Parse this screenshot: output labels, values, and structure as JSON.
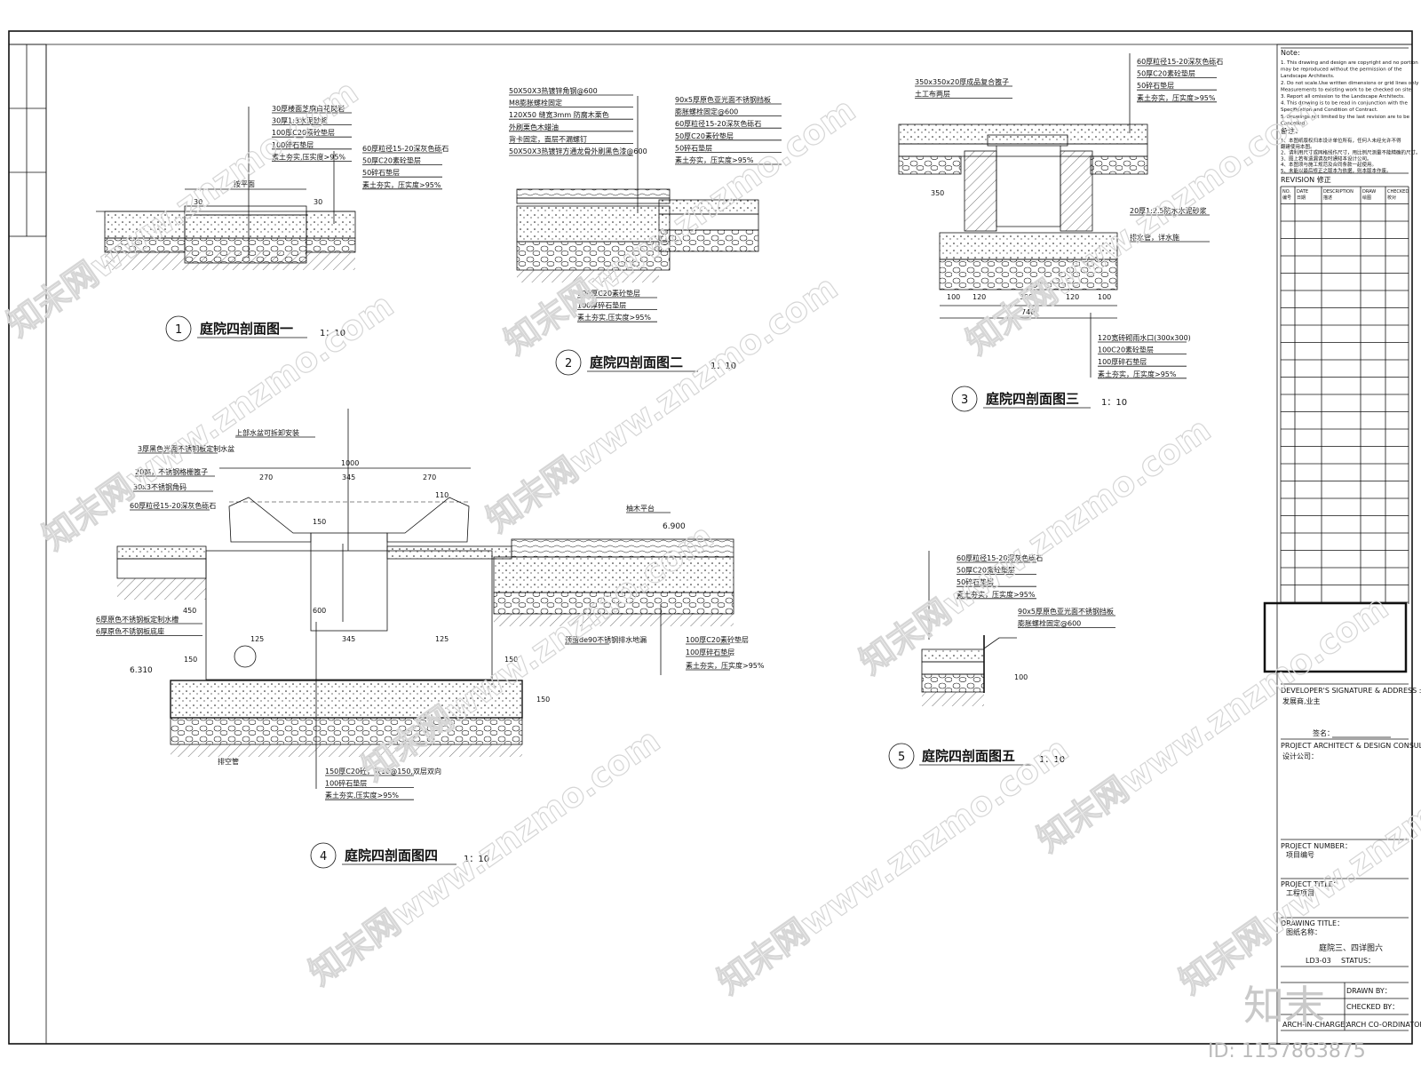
{
  "sections": [
    {
      "num": "1",
      "title": "庭院四剖面图一",
      "scale": "1：10",
      "labels": [
        "30厚楼面芝麻白花岗岩",
        "30厚1:3水泥砂浆",
        "100厚C20素砼垫层",
        "100碎石垫层",
        "素土夯实,压实度>95%"
      ],
      "labels_right": [
        "60厚粒径15-20深灰色砾石",
        "50厚C20素砼垫层",
        "50碎石垫层",
        "素土夯实，压实度>95%"
      ],
      "dims": [
        "30",
        "30"
      ],
      "note": "按平面"
    },
    {
      "num": "2",
      "title": "庭院四剖面图二",
      "scale": "1：10",
      "labels": [
        "50X50X3热镀锌角钢@600",
        "M8膨胀螺栓固定",
        "120X50 缝宽3mm 防腐木栗色",
        "外刷栗色木蜡油",
        "背卡固定，面层不漏螺钉",
        "50X50X3热镀锌方通龙骨外刷黑色漆@600"
      ],
      "labels_right": [
        "90x5厚原色亚光面不锈钢挡板",
        "膨胀螺栓固定@600",
        "60厚粒径15-20深灰色砾石",
        "50厚C20素砼垫层",
        "50碎石垫层",
        "素土夯实，压实度>95%"
      ],
      "labels_bottom": [
        "100厚C20素砼垫层",
        "100厚碎石垫层",
        "素土夯实,压实度>95%"
      ]
    },
    {
      "num": "3",
      "title": "庭院四剖面图三",
      "scale": "1：10",
      "labels": [
        "350x350x20厚成品复合篦子",
        "土工布两层"
      ],
      "labels_top": [
        "60厚粒径15-20深灰色砾石",
        "50厚C20素砼垫层",
        "50碎石垫层",
        "素土夯实，压实度>95%"
      ],
      "labels_right": [
        "20厚1:2.5防水水泥砂浆",
        "排水管，详水施"
      ],
      "labels_bottom": [
        "120宽砖砌雨水口(300x300)",
        "100C20素砼垫层",
        "100厚碎石垫层",
        "素土夯实，压实度>95%"
      ],
      "dims": [
        "100",
        "120",
        "300",
        "120",
        "100",
        "740",
        "350"
      ]
    },
    {
      "num": "4",
      "title": "庭院四剖面图四",
      "scale": "1：10",
      "labels": [
        "上部水盆可拆卸安装",
        "3厚黑色光面不锈钢板定制水盆",
        "20高，不锈钢格栅篦子",
        "30x3不锈钢角码",
        "60厚粒径15-20深灰色砾石"
      ],
      "labels_left": [
        "6厚原色不锈钢板定制水槽",
        "6厚原色不锈钢板底座"
      ],
      "labels_right": [
        "柚木平台",
        "预留de90不锈钢排水地漏",
        "100厚C20素砼垫层",
        "100厚碎石垫层",
        "素土夯实，压实度>95%"
      ],
      "labels_bottom": [
        "150厚C20砼，双10@150,双层双向",
        "100碎石垫层",
        "素土夯实,压实度>95%"
      ],
      "pipe": "排空管",
      "elev": [
        "6.900",
        "6.310"
      ],
      "dims": [
        "1000",
        "270",
        "345",
        "270",
        "125",
        "345",
        "125",
        "150",
        "150",
        "150",
        "600",
        "450",
        "150",
        "110"
      ]
    },
    {
      "num": "5",
      "title": "庭院四剖面图五",
      "scale": "1：10",
      "labels": [
        "60厚粒径15-20深灰色砾石",
        "50厚C20素砼垫层",
        "50碎石垫层",
        "素土夯实，压实度>95%"
      ],
      "labels_right": [
        "90x5厚原色亚光面不锈钢挡板",
        "膨胀螺栓固定@600"
      ],
      "dims": [
        "100"
      ]
    }
  ],
  "notes_block": {
    "heading": "Note:",
    "en": [
      "1. This drawing and design are copyright and no portion",
      "may be reproduced without the permission of the",
      "Landscape Architects.",
      "2. Do not scale.Use written dimensions or grid lines only",
      "Measurements to existing work to be checked on site.",
      "3. Report all omission to the Landscape Architects.",
      "4. This drawing is to be read in conjunction with the",
      "Specification and Condition of Contract.",
      "5. Drawings not limited by the last revision are to be",
      "Cancelled"
    ],
    "cn_heading": "备注：",
    "cn": [
      "1、本图纸版权归本设计单位所有，任何人未经允许不得",
      "   翻建使用本图。",
      "2、请利用尺寸或网格线作尺寸，用比例尺测量不能精确的尺寸。",
      "3、图上若有遗漏请及时通知本设计公司。",
      "4、本图须与施工规范及合同条款一起使用。",
      "5、未能以最后修正之版本为依据，则本版本作废。"
    ]
  },
  "revision": {
    "label": "REVISION 修正",
    "cols": [
      [
        "NO.",
        "编号"
      ],
      [
        "DATE",
        "日期"
      ],
      [
        "DESCRIPTION",
        "描述"
      ],
      [
        "DRAW",
        "绘图"
      ],
      [
        "CHECKED",
        "校对"
      ]
    ]
  },
  "developer": {
    "label": "DEVELOPER'S SIGNATURE & ADDRESS :",
    "cn": "发展商,业主",
    "sign": "签名："
  },
  "architect": {
    "label": "PROJECT ARCHITECT & DESIGN CONSULTANT:",
    "cn": "设计公司："
  },
  "project_number": {
    "label": "PROJECT NUMBER：",
    "cn": "项目编号"
  },
  "project_title": {
    "label": "PROJECT TITLE：",
    "cn": "工程项目"
  },
  "drawing_title": {
    "label": "DRAWING TITLE：",
    "cn": "图纸名称：",
    "value": "庭院三、四详图六"
  },
  "bottom_rows": [
    "DRAWN BY：",
    "CHECKED BY：",
    "ARCH-IN-CHARGE：",
    "ARCH CO-ORDINATOR："
  ],
  "drawing_no": "LD3-03",
  "status": "STATUS：",
  "watermark": "知末网www.znzmo.com",
  "logo": "知末",
  "id_text": "ID: 1157863875"
}
